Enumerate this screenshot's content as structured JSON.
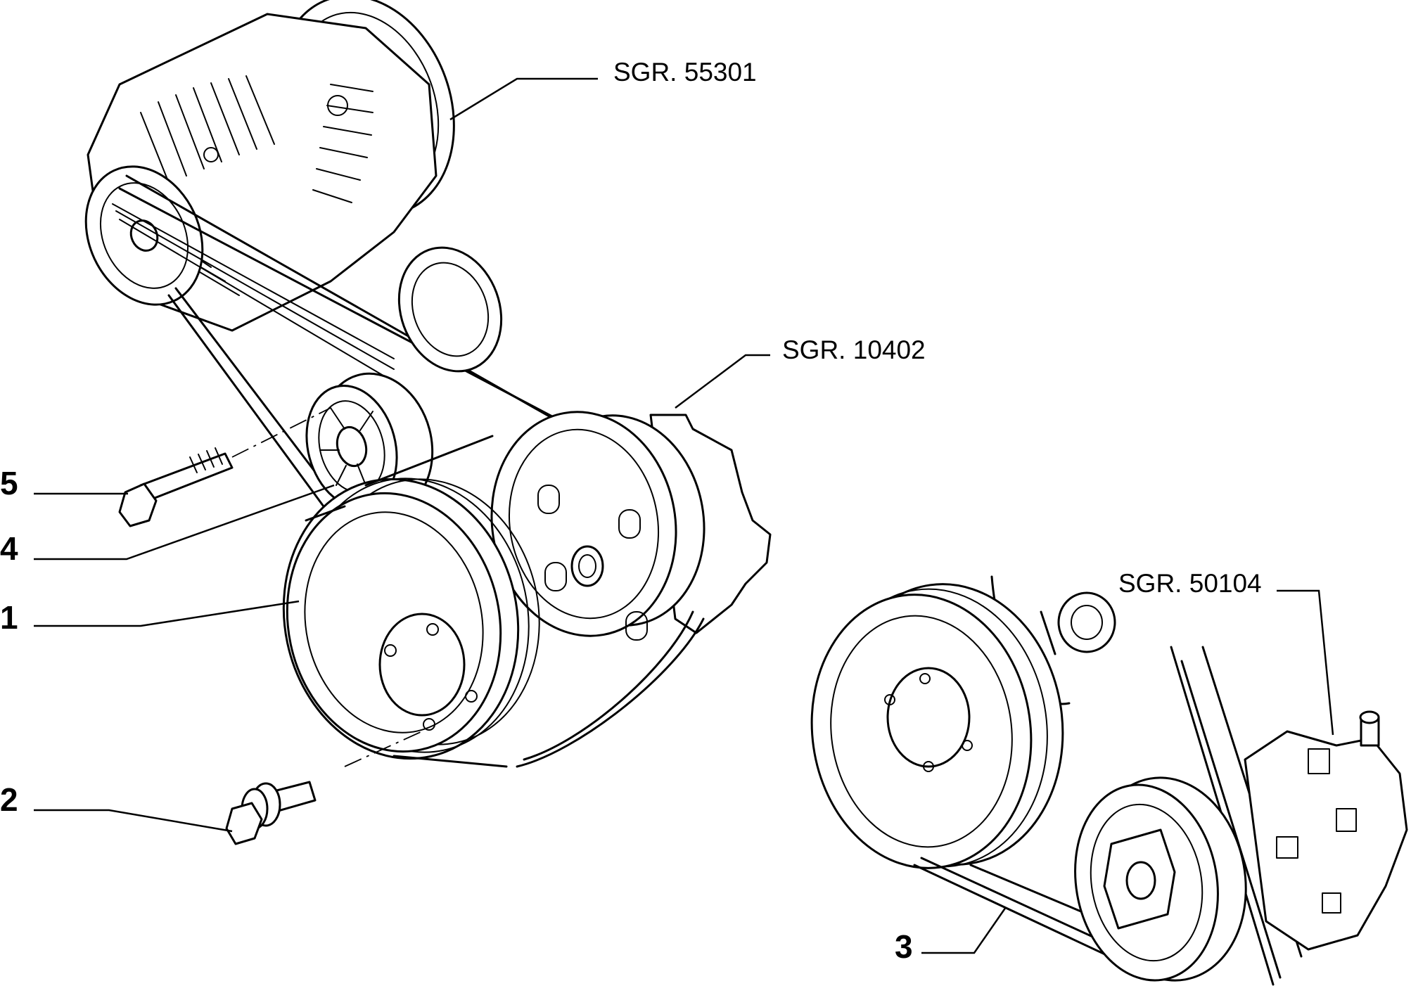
{
  "references": {
    "alternator": "SGR. 55301",
    "water_pump": "SGR. 10402",
    "ac_compressor": "SGR. 50104"
  },
  "callouts": {
    "item_1": "1",
    "item_2": "2",
    "item_3": "3",
    "item_4": "4",
    "item_5": "5"
  },
  "colors": {
    "line": "#000000",
    "background": "#ffffff"
  }
}
